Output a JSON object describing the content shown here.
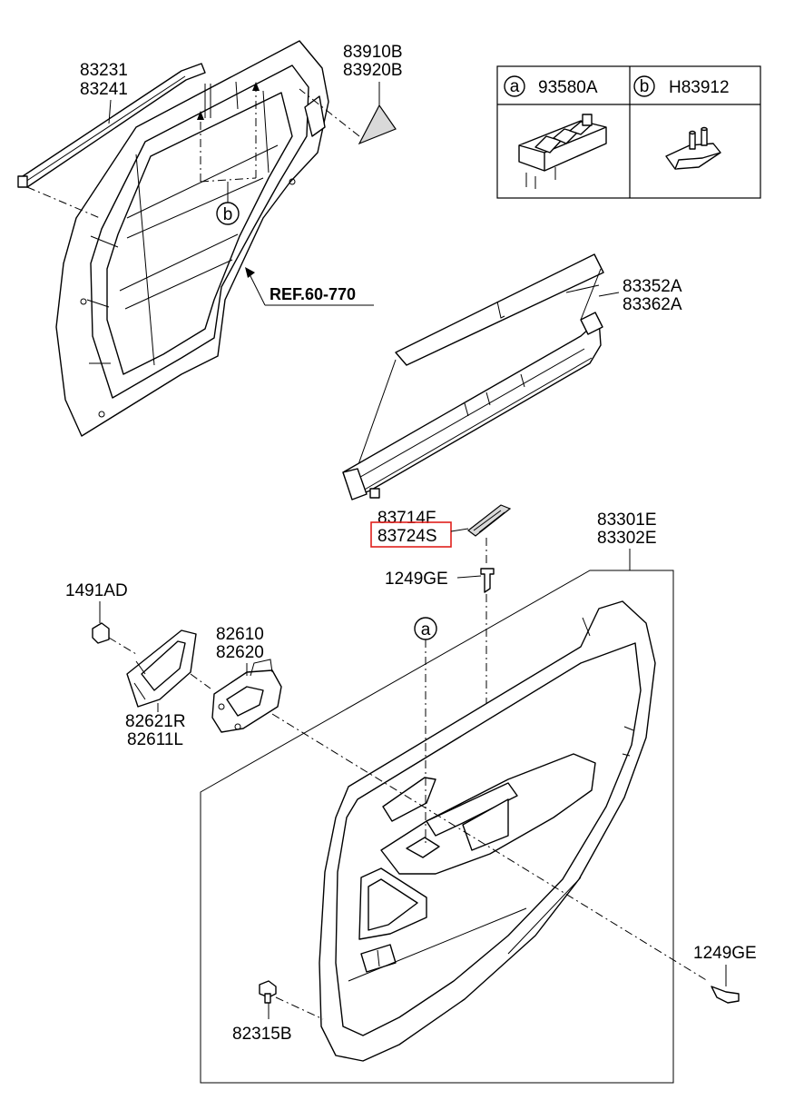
{
  "labels": {
    "p83231": "83231",
    "p83241": "83241",
    "p83910B": "83910B",
    "p83920B": "83920B",
    "ref": "REF.60-770",
    "p83352A": "83352A",
    "p83362A": "83362A",
    "p83714F": "83714F",
    "p83724S": "83724S",
    "p1249GE_top": "1249GE",
    "p83301E": "83301E",
    "p83302E": "83302E",
    "p1491AD": "1491AD",
    "p82610": "82610",
    "p82620": "82620",
    "p82621R": "82621R",
    "p82611L": "82611L",
    "p1249GE_bottom": "1249GE",
    "p82315B": "82315B"
  },
  "callouts": {
    "a": "a",
    "b": "b"
  },
  "legend": {
    "a_letter": "a",
    "a_part": "93580A",
    "b_letter": "b",
    "b_part": "H83912"
  },
  "colors": {
    "highlight": "#e0201c"
  }
}
